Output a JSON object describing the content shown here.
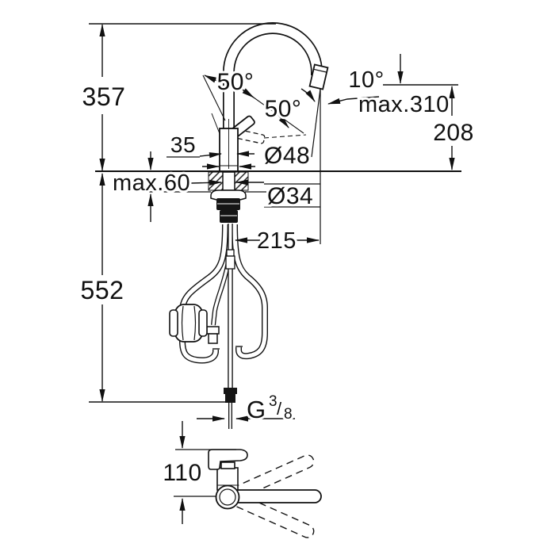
{
  "drawing": {
    "background": "#ffffff",
    "line_color": "#111111",
    "dimensions": {
      "height_above_deck": "357",
      "height_below_deck": "552",
      "spout_height": "208",
      "head_angle": "10°",
      "hose_extension": "max.310",
      "handle_angle_front": "50°",
      "handle_angle_side": "50°",
      "handle_width": "35",
      "body_diameter": "Ø48",
      "deck_thickness": "max.60",
      "shank_diameter": "Ø34",
      "spout_projection": "215",
      "swivel_lever_height": "110",
      "thread_label": {
        "letter": "G",
        "numerator": "3",
        "slash": "/",
        "denominator": "8"
      }
    }
  }
}
